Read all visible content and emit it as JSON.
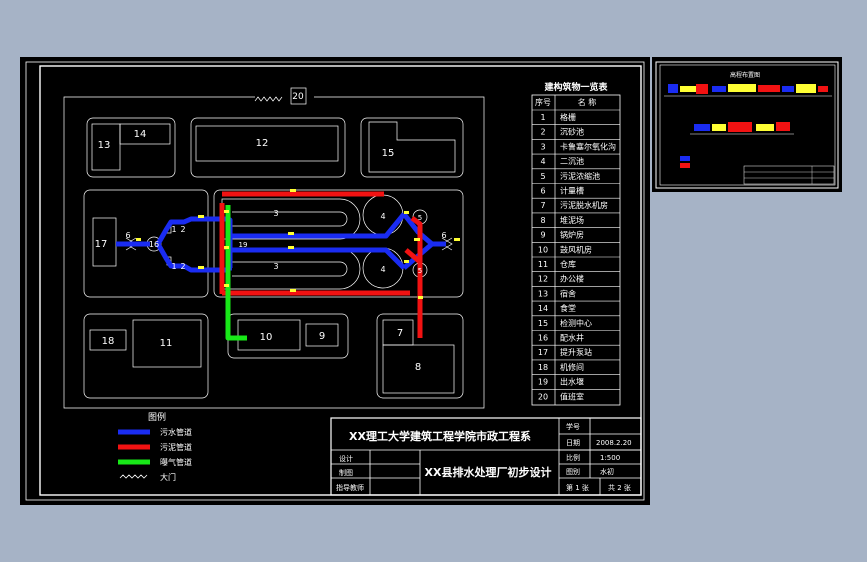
{
  "colors": {
    "workspace": "#a6b3c6",
    "paper": "#000000",
    "line": "#ffffff",
    "sewage_pipe": "#1a2cf2",
    "sludge_pipe": "#f21212",
    "air_pipe": "#18e818",
    "pipe_label": "#ffff33"
  },
  "site_labels": {
    "b1": "1",
    "b1b": "1",
    "b2": "2",
    "b2b": "2",
    "b3": "3",
    "b3b": "3",
    "b4": "4",
    "b4b": "4",
    "b5": "5",
    "b5b": "5",
    "b6": "6",
    "b6b": "6",
    "b7": "7",
    "b8": "8",
    "b9": "9",
    "b10": "10",
    "b11": "11",
    "b12": "12",
    "b13": "13",
    "b14": "14",
    "b15": "15",
    "b16": "16",
    "b17": "17",
    "b18": "18",
    "b19": "19",
    "b20": "20"
  },
  "building_table": {
    "title": "建构筑物一览表",
    "col_no": "序号",
    "col_name": "名  称",
    "rows": [
      {
        "no": "1",
        "name": "格栅"
      },
      {
        "no": "2",
        "name": "沉砂池"
      },
      {
        "no": "3",
        "name": "卡鲁塞尔氧化沟"
      },
      {
        "no": "4",
        "name": "二沉池"
      },
      {
        "no": "5",
        "name": "污泥浓缩池"
      },
      {
        "no": "6",
        "name": "计量槽"
      },
      {
        "no": "7",
        "name": "污泥脱水机房"
      },
      {
        "no": "8",
        "name": "堆泥场"
      },
      {
        "no": "9",
        "name": "锅炉房"
      },
      {
        "no": "10",
        "name": "鼓风机房"
      },
      {
        "no": "11",
        "name": "仓库"
      },
      {
        "no": "12",
        "name": "办公楼"
      },
      {
        "no": "13",
        "name": "宿舍"
      },
      {
        "no": "14",
        "name": "食堂"
      },
      {
        "no": "15",
        "name": "检测中心"
      },
      {
        "no": "16",
        "name": "配水井"
      },
      {
        "no": "17",
        "name": "提升泵站"
      },
      {
        "no": "18",
        "name": "机修间"
      },
      {
        "no": "19",
        "name": "出水堰"
      },
      {
        "no": "20",
        "name": "值班室"
      }
    ]
  },
  "legend": {
    "title": "图例",
    "items": [
      {
        "label": "污水管道",
        "color": "#1a2cf2"
      },
      {
        "label": "污泥管道",
        "color": "#f21212"
      },
      {
        "label": "曝气管道",
        "color": "#18e818"
      },
      {
        "label": "大门",
        "color": "#ffffff"
      }
    ]
  },
  "title_block": {
    "school": "XX理工大学建筑工程学院市政工程系",
    "project": "XX县排水处理厂初步设计",
    "designer_label": "设计",
    "drafter_label": "制图",
    "advisor_label": "指导教师",
    "serial_label": "学号",
    "date_label": "日期",
    "date_value": "2008.2.20",
    "scale_label": "比例",
    "scale_value": "1:500",
    "drawing_no_label": "图别",
    "drawing_no_value": "水初",
    "sheet_text": "第 1 张",
    "total_text": "共 2 张"
  },
  "viewport2": {
    "title": "高程布置图"
  }
}
